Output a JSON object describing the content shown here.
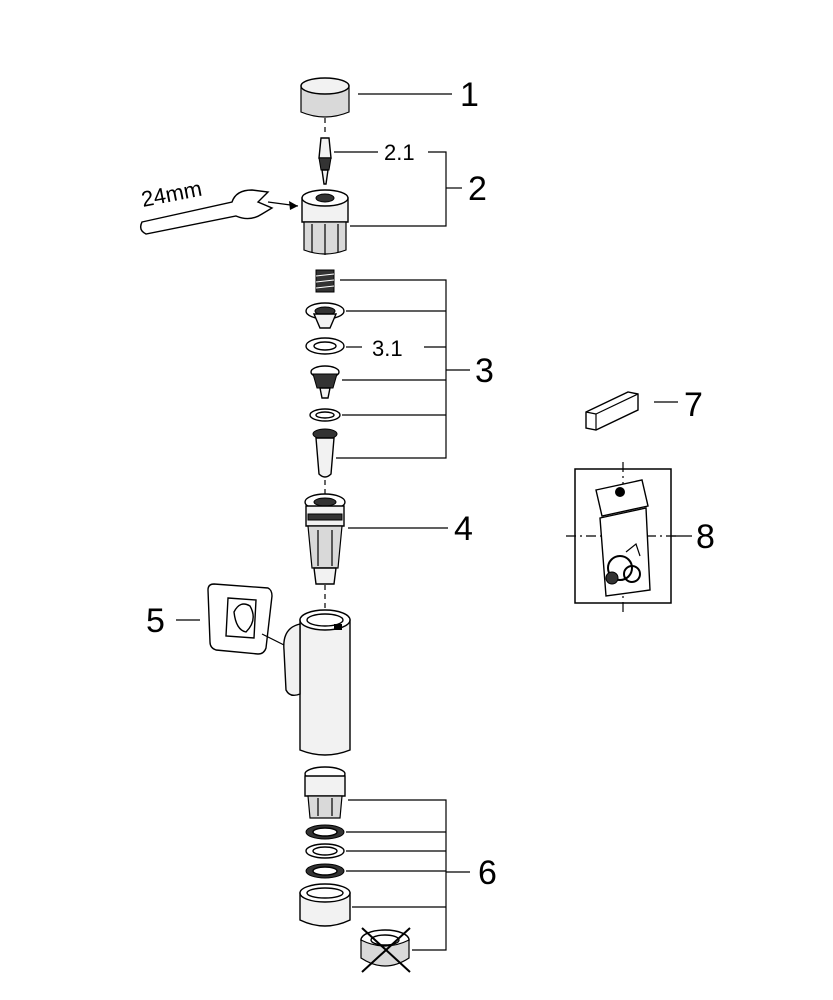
{
  "callouts": {
    "p1": "1",
    "p2": "2",
    "p2_1": "2.1",
    "p3": "3",
    "p3_1": "3.1",
    "p4": "4",
    "p5": "5",
    "p6": "6",
    "p7": "7",
    "p8": "8"
  },
  "tool_label": "24mm"
}
